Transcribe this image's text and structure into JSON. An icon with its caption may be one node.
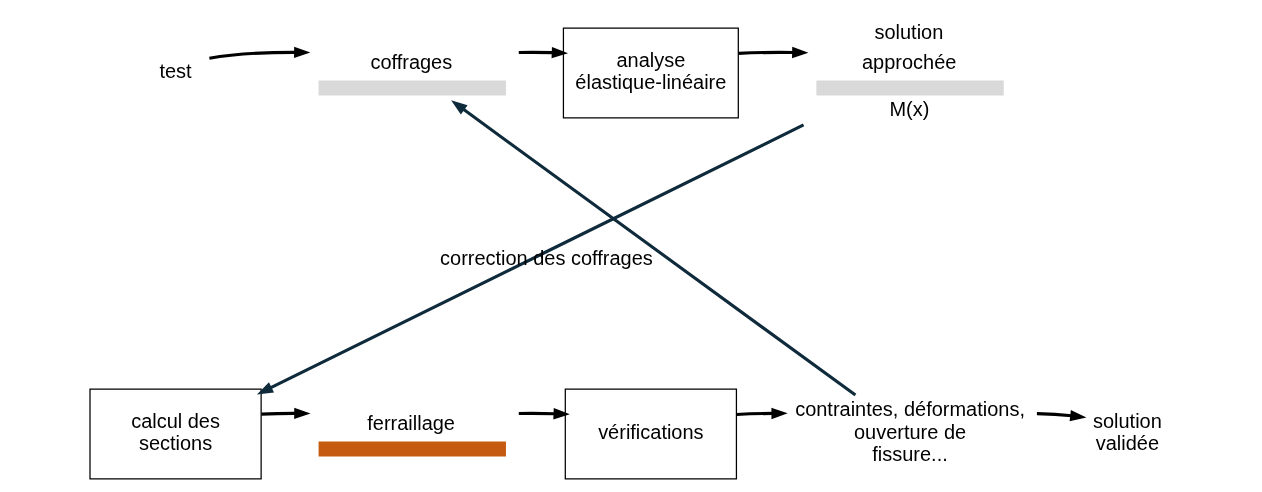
{
  "diagram": {
    "nodes": [
      {
        "text": [
          "test"
        ]
      },
      {
        "text": [
          "coffrages"
        ]
      },
      {
        "text": [
          "analyse élastique-linéaire"
        ]
      },
      {
        "text": [
          "solution approchée"
        ],
        "beside": [
          "M(x)"
        ]
      },
      {
        "text": [
          "calcul des sections"
        ]
      },
      {
        "text": [
          "ferraillage"
        ]
      },
      {
        "text": [
          "vérifications"
        ]
      },
      {
        "text": [
          "contraintes, déformations, ouverture de fissure..."
        ]
      },
      {
        "text": [
          "solution validée"
        ]
      }
    ],
    "edges": [
      {
        "from": 0,
        "to": 1,
        "arrow": "to"
      },
      {
        "from": 1,
        "to": 2,
        "arrow": "to"
      },
      {
        "from": 2,
        "to": 3,
        "arrow": "to"
      },
      {
        "from": 3,
        "to": 4,
        "arrow": "to",
        "color": "#0e2a3b"
      },
      {
        "from": 4,
        "to": 5,
        "arrow": "to"
      },
      {
        "from": 5,
        "to": 6,
        "arrow": "to"
      },
      {
        "from": 6,
        "to": 7,
        "arrow": "to"
      },
      {
        "from": 7,
        "to": 8,
        "arrow": "to"
      },
      {
        "from": 7,
        "to": 1,
        "arrow": "to",
        "label": "correction des coffrages",
        "color": "#0e2a3b"
      }
    ]
  }
}
